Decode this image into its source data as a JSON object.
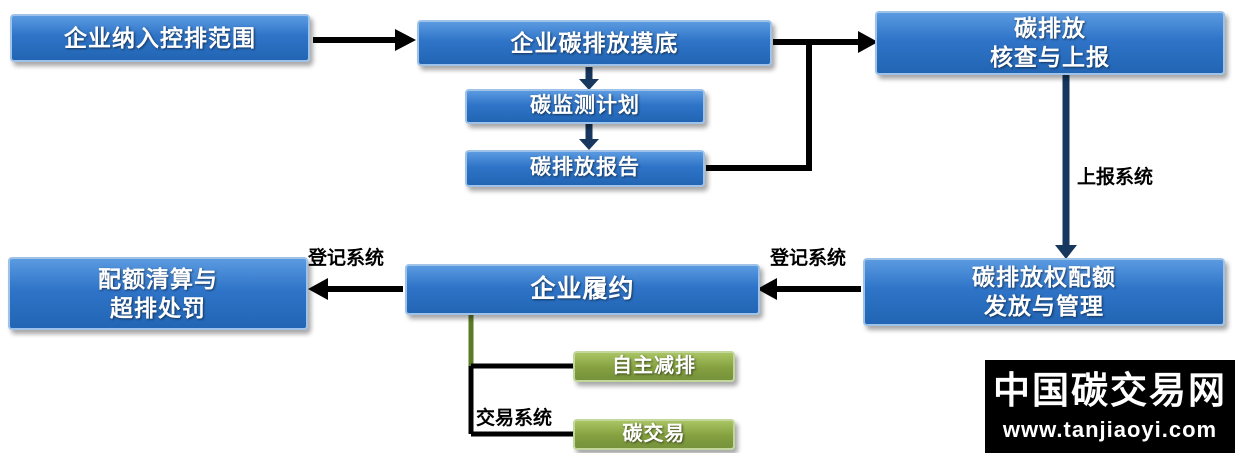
{
  "nodes": {
    "scope": {
      "label": "企业纳入控排范围"
    },
    "baseline": {
      "label": "企业碳排放摸底"
    },
    "monitoring": {
      "label": "碳监测计划"
    },
    "report": {
      "label": "碳排放报告"
    },
    "verification": {
      "line1": "碳排放",
      "line2": "核查与上报"
    },
    "allowance": {
      "line1": "碳排放权配额",
      "line2": "发放与管理"
    },
    "compliance": {
      "label": "企业履约"
    },
    "settlement": {
      "line1": "配额清算与",
      "line2": "超排处罚"
    },
    "voluntary": {
      "label": "自主减排"
    },
    "trading": {
      "label": "碳交易"
    }
  },
  "edge_labels": {
    "reporting_system": "上报系统",
    "registry_system_right": "登记系统",
    "registry_system_left": "登记系统",
    "trading_system": "交易系统"
  },
  "watermark": {
    "title": "中国碳交易网",
    "url": "www.tanjiaoyi.com"
  },
  "colors": {
    "node_blue": "#2f74c8",
    "node_green": "#76923c",
    "arrow_black": "#000000",
    "arrow_blue": "#17375e",
    "branch_olive": "#5d7a28",
    "watermark_bg": "#000000"
  }
}
